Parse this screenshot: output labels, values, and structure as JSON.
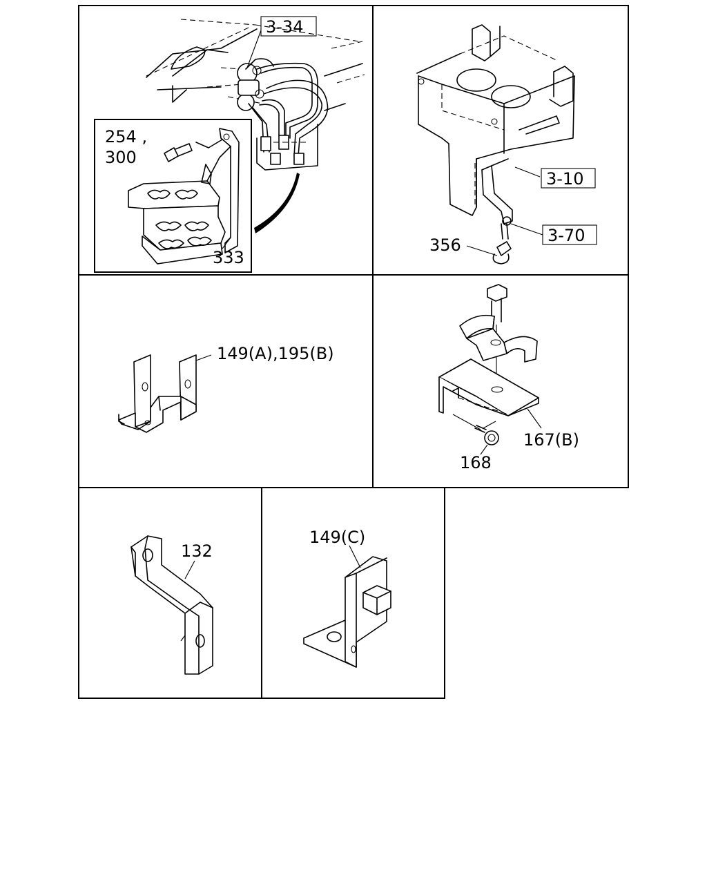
{
  "callouts": {
    "c_3_34": "3-34",
    "c_254": "254 ,",
    "c_300": "300",
    "c_333": "333",
    "c_3_10": "3-10",
    "c_3_70": "3-70",
    "c_356": "356",
    "c_149ab": "149(A),195(B)",
    "c_167b": "167(B)",
    "c_168": "168",
    "c_132": "132",
    "c_149c": "149(C)"
  }
}
